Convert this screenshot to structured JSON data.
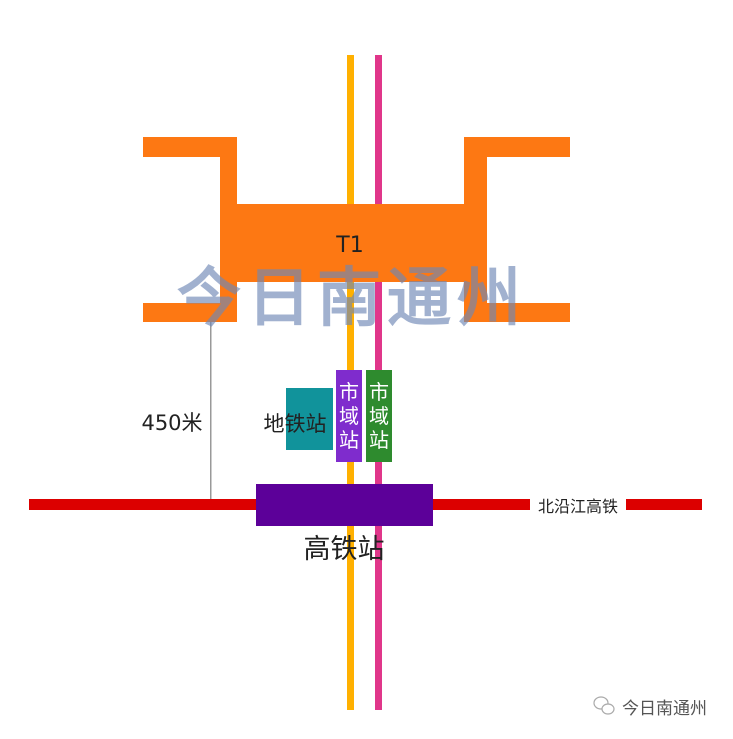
{
  "terminal": {
    "label": "T1",
    "color": "#fd7813"
  },
  "watermark": "今日南通州",
  "distance_label": "450米",
  "metro_station": {
    "label": "地铁站",
    "color": "#11939b"
  },
  "city_station_1": {
    "label": [
      "市",
      "域",
      "站"
    ],
    "color": "#7f2ccd"
  },
  "city_station_2": {
    "label": [
      "市",
      "域",
      "站"
    ],
    "color": "#2e8b2e"
  },
  "hsr_station": {
    "label": "高铁站",
    "color": "#5c0099"
  },
  "railway": {
    "label": "北沿江高铁",
    "color": "#dc0000"
  },
  "lines": {
    "yellow": "#ffb000",
    "pink": "#e0368a"
  },
  "footer": {
    "account": "今日南通州"
  }
}
